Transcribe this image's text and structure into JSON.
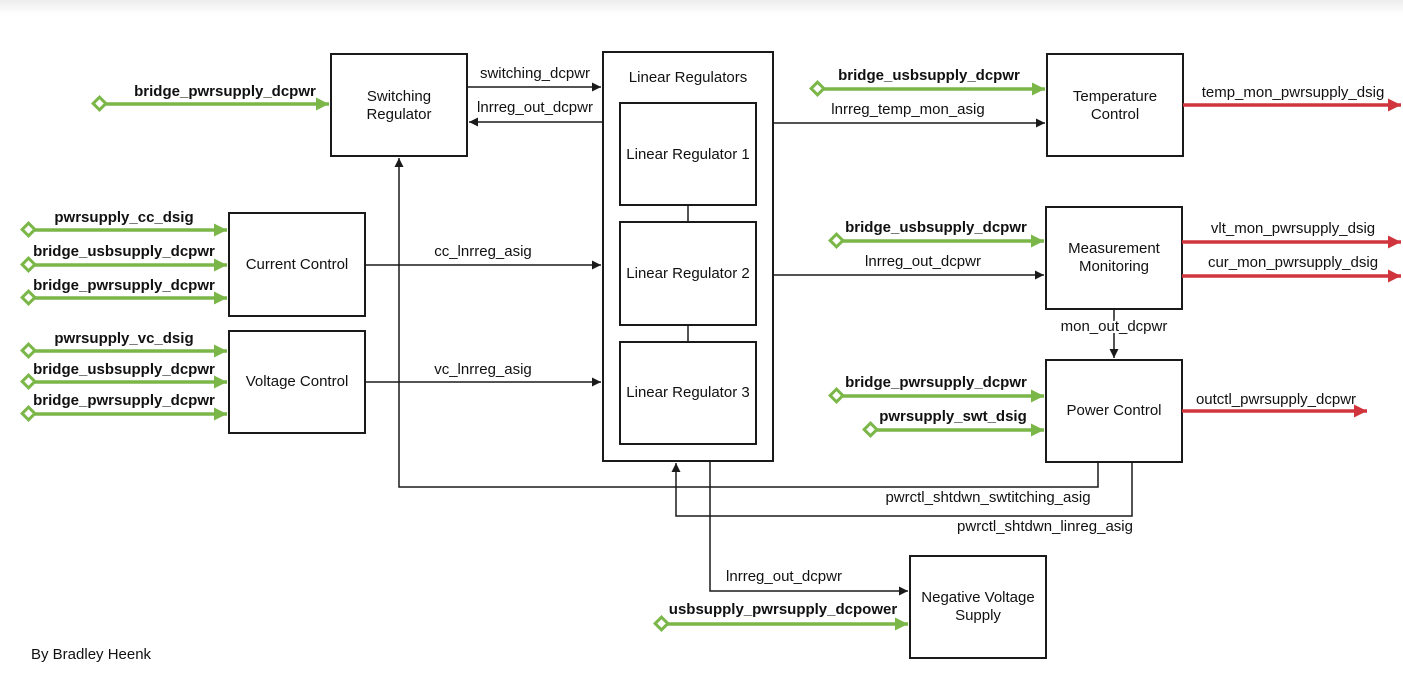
{
  "blocks": {
    "switching_regulator": "Switching Regulator",
    "linear_regulators": "Linear Regulators",
    "linear_regulator_1": "Linear Regulator 1",
    "linear_regulator_2": "Linear Regulator 2",
    "linear_regulator_3": "Linear Regulator 3",
    "temperature_control": "Temperature Control",
    "measurement_monitoring": "Measurement Monitoring",
    "power_control": "Power Control",
    "current_control": "Current Control",
    "voltage_control": "Voltage Control",
    "negative_voltage_supply": "Negative Voltage Supply"
  },
  "signals": {
    "sw_in_pwr": "bridge_pwrsupply_dcpwr",
    "switching_dcpwr": "switching_dcpwr",
    "lnrreg_out_to_sw": "lnrreg_out_dcpwr",
    "temp_in_usb": "bridge_usbsupply_dcpwr",
    "lnrreg_temp_mon": "lnrreg_temp_mon_asig",
    "temp_out": "temp_mon_pwrsupply_dsig",
    "cc_in_dsig": "pwrsupply_cc_dsig",
    "cc_in_usb": "bridge_usbsupply_dcpwr",
    "cc_in_pwr": "bridge_pwrsupply_dcpwr",
    "cc_lnrreg": "cc_lnrreg_asig",
    "vc_in_dsig": "pwrsupply_vc_dsig",
    "vc_in_usb": "bridge_usbsupply_dcpwr",
    "vc_in_pwr": "bridge_pwrsupply_dcpwr",
    "vc_lnrreg": "vc_lnrreg_asig",
    "meas_in_usb": "bridge_usbsupply_dcpwr",
    "lnrreg_out_to_meas": "lnrreg_out_dcpwr",
    "vlt_out": "vlt_mon_pwrsupply_dsig",
    "cur_out": "cur_mon_pwrsupply_dsig",
    "mon_out": "mon_out_dcpwr",
    "pc_in_pwr": "bridge_pwrsupply_dcpwr",
    "pc_in_swt": "pwrsupply_swt_dsig",
    "pc_out": "outctl_pwrsupply_dcpwr",
    "shtdwn_sw": "pwrctl_shtdwn_swtitching_asig",
    "shtdwn_lin": "pwrctl_shtdwn_linreg_asig",
    "lnrreg_out_to_neg": "lnrreg_out_dcpwr",
    "neg_in_usb": "usbsupply_pwrsupply_dcpower"
  },
  "author": "By Bradley Heenk",
  "colors": {
    "power_input": "#7ab648",
    "signal_output": "#d0343d",
    "wire": "#1a1a1a"
  }
}
